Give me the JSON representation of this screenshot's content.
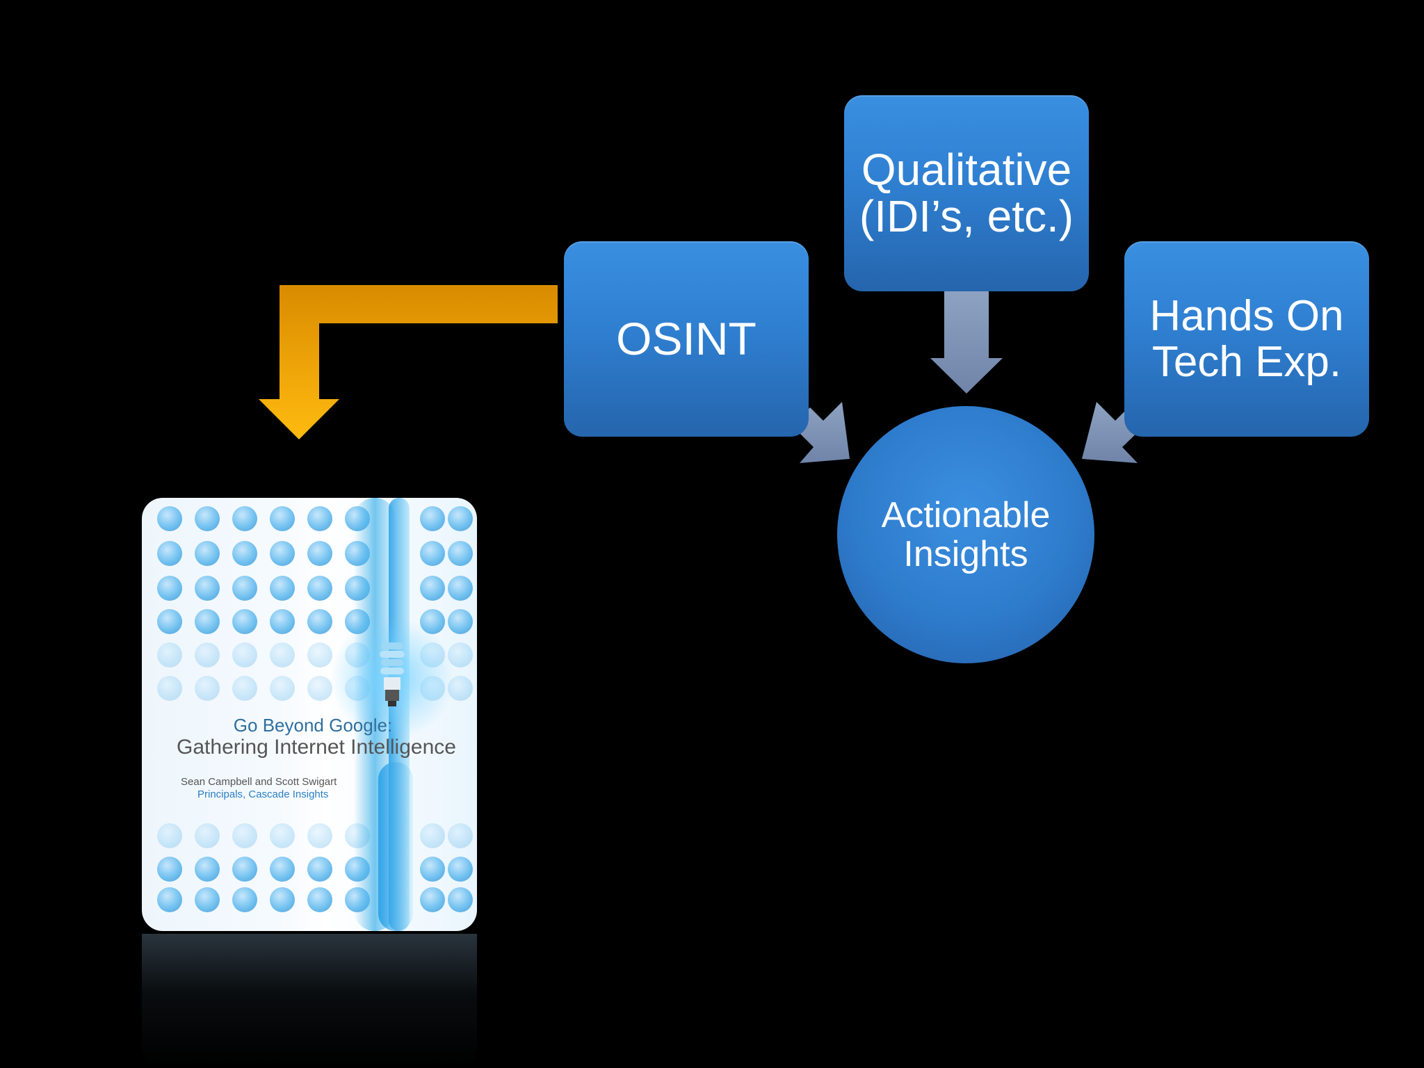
{
  "nodes": {
    "qualitative": "Qualitative\n(IDI’s, etc.)",
    "osint": "OSINT",
    "hands_on": "Hands On\nTech Exp.",
    "center": "Actionable\nInsights"
  },
  "book": {
    "subtitle": "Go Beyond Google:",
    "title": "Gathering Internet Intelligence",
    "authors": "Sean Campbell and Scott Swigart",
    "organization": "Principals, Cascade Insights"
  },
  "colors": {
    "box_blue": "#2f7fd1",
    "connector_arrow": "#7f93b6",
    "callout_arrow": "#f0a400",
    "background": "#000000"
  }
}
